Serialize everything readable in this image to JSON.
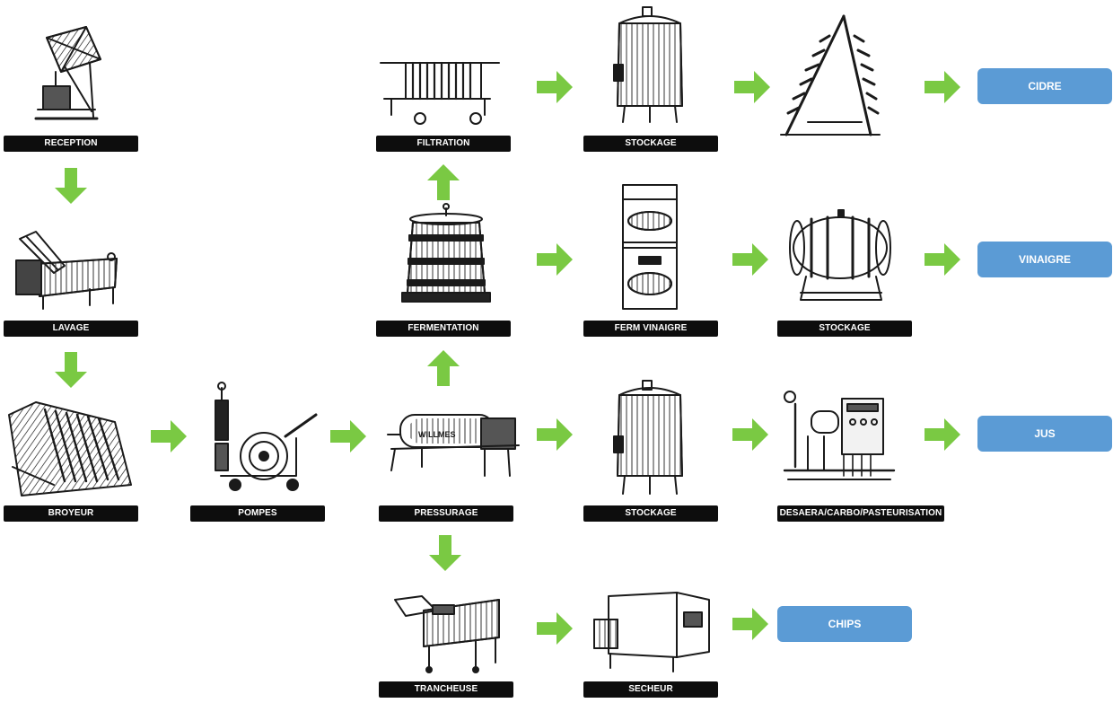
{
  "colors": {
    "arrow": "#7ac943",
    "label_bg": "#0d0d0d",
    "output_bg": "#5b9bd5",
    "machine_ink": "#1a1a1a"
  },
  "stages": {
    "reception": "RECEPTION",
    "lavage": "LAVAGE",
    "broyeur": "BROYEUR",
    "pompes": "POMPES",
    "pressurage": "PRESSURAGE",
    "fermentation": "FERMENTATION",
    "filtration": "FILTRATION",
    "stockage_cidre": "STOCKAGE",
    "ferm_vinaigre": "FERM VINAIGRE",
    "stockage_vinaigre": "STOCKAGE",
    "stockage_jus": "STOCKAGE",
    "desaera": "DESAERA/CARBO/PASTEURISATION",
    "trancheuse": "TRANCHEUSE",
    "secheur": "SECHEUR"
  },
  "outputs": {
    "cidre": "CIDRE",
    "vinaigre": "VINAIGRE",
    "jus": "JUS",
    "chips": "CHIPS"
  },
  "machine_illustrations": {
    "reception": "tipping-crate-icon",
    "lavage": "washer-conveyor-icon",
    "broyeur": "crusher-icon",
    "pompes": "pump-cart-icon",
    "pressurage": "belt-press-icon",
    "fermentation": "wooden-vat-icon",
    "filtration": "filter-press-icon",
    "stockage_cidre": "steel-tank-icon",
    "bottle_rack": "bottle-rack-icon",
    "ferm_vinaigre": "acetator-icon",
    "stockage_vinaigre": "barrel-icon",
    "stockage_jus": "steel-tank-icon",
    "desaera": "pasteurizer-icon",
    "trancheuse": "slicer-icon",
    "secheur": "dryer-cabinet-icon"
  }
}
